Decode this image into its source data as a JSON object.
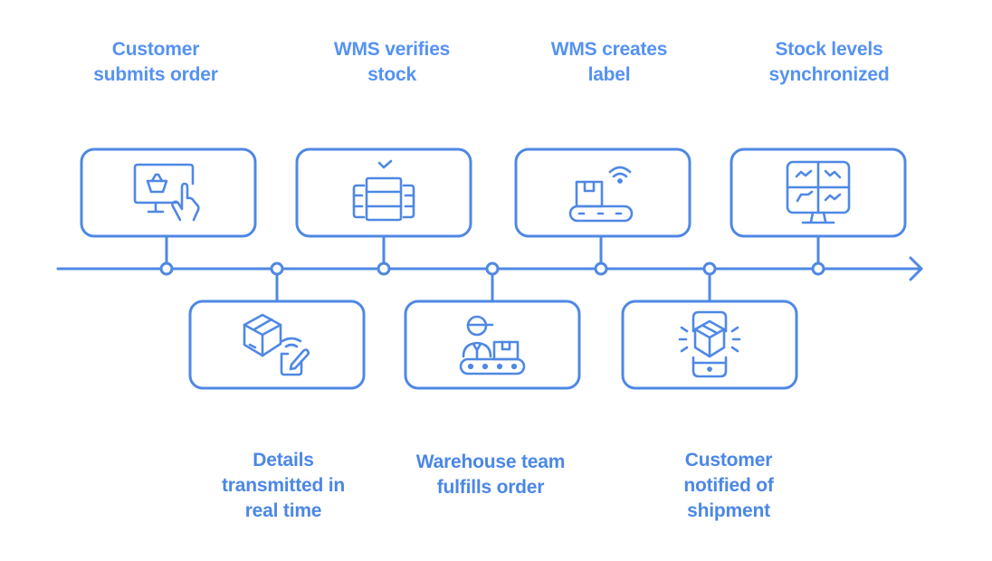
{
  "diagram": {
    "type": "timeline",
    "accent_color": "#4F88E4",
    "top_text_color": "#5592F2",
    "bottom_text_color": "#4B87E6",
    "arrow_direction": "right",
    "steps": [
      {
        "order": 1,
        "position": "top",
        "label": "Customer\nsubmits order",
        "icon": "monitor-shopping-basket-touch-icon"
      },
      {
        "order": 2,
        "position": "bottom",
        "label": "Details\ntransmitted in\nreal time",
        "icon": "box-wireless-tablet-icon"
      },
      {
        "order": 3,
        "position": "top",
        "label": "WMS verifies\nstock",
        "icon": "server-rack-checkmark-icon"
      },
      {
        "order": 4,
        "position": "bottom",
        "label": "Warehouse team\nfulfills order",
        "icon": "worker-conveyor-box-icon"
      },
      {
        "order": 5,
        "position": "top",
        "label": "WMS creates\nlabel",
        "icon": "conveyor-box-wifi-icon"
      },
      {
        "order": 6,
        "position": "bottom",
        "label": "Customer\nnotified of\nshipment",
        "icon": "phone-box-notification-icon"
      },
      {
        "order": 7,
        "position": "top",
        "label": "Stock levels\nsynchronized",
        "icon": "monitor-dashboard-charts-icon"
      }
    ]
  }
}
